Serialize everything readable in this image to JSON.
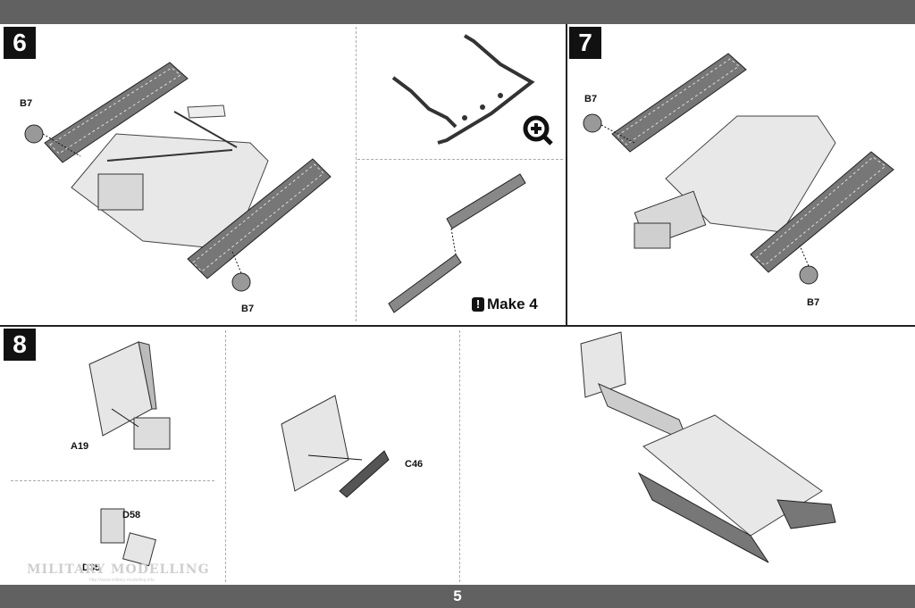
{
  "page": {
    "number": "5"
  },
  "steps": {
    "step6": {
      "number": "6",
      "parts": {
        "b7_left": "B7",
        "b7_bottom": "B7"
      }
    },
    "step7": {
      "number": "7",
      "parts": {
        "b7_left": "B7",
        "b7_bottom": "B7"
      }
    },
    "step8": {
      "number": "8",
      "parts": {
        "a19": "A19",
        "c46": "C46",
        "d58": "D58",
        "d35": "D35"
      }
    }
  },
  "notes": {
    "make": "Make 4",
    "make_symbol": "!"
  },
  "watermark": {
    "text": "MILITARY MODELLING",
    "url": "http://www.military-modelling.info"
  },
  "icons": {
    "zoom": "magnify-plus-icon"
  },
  "colors": {
    "bar": "#616161",
    "badge": "#111111",
    "line": "#222222"
  }
}
